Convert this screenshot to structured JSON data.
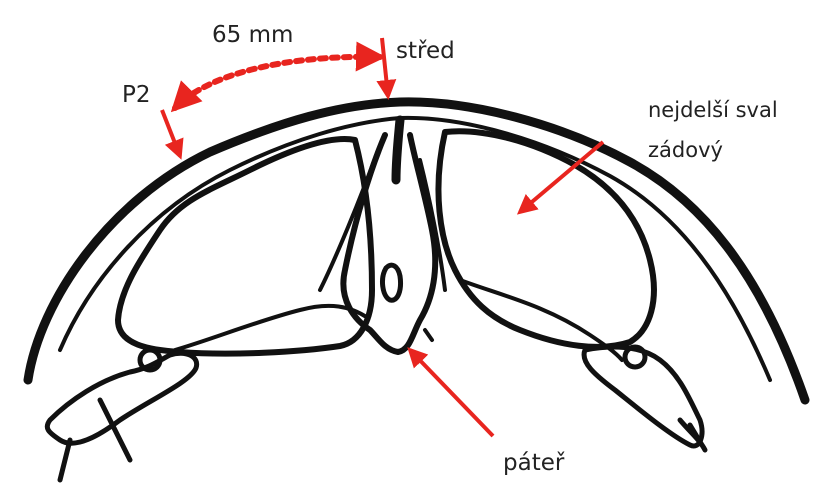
{
  "labels": {
    "distance": "65 mm",
    "center": "střed",
    "p2": "P2",
    "muscle_line1": "nejdelší sval",
    "muscle_line2": "zádový",
    "spine": "páteř"
  },
  "colors": {
    "annotation": "#e8251f",
    "ink": "#111111",
    "text": "#222222",
    "background": "#ffffff"
  }
}
